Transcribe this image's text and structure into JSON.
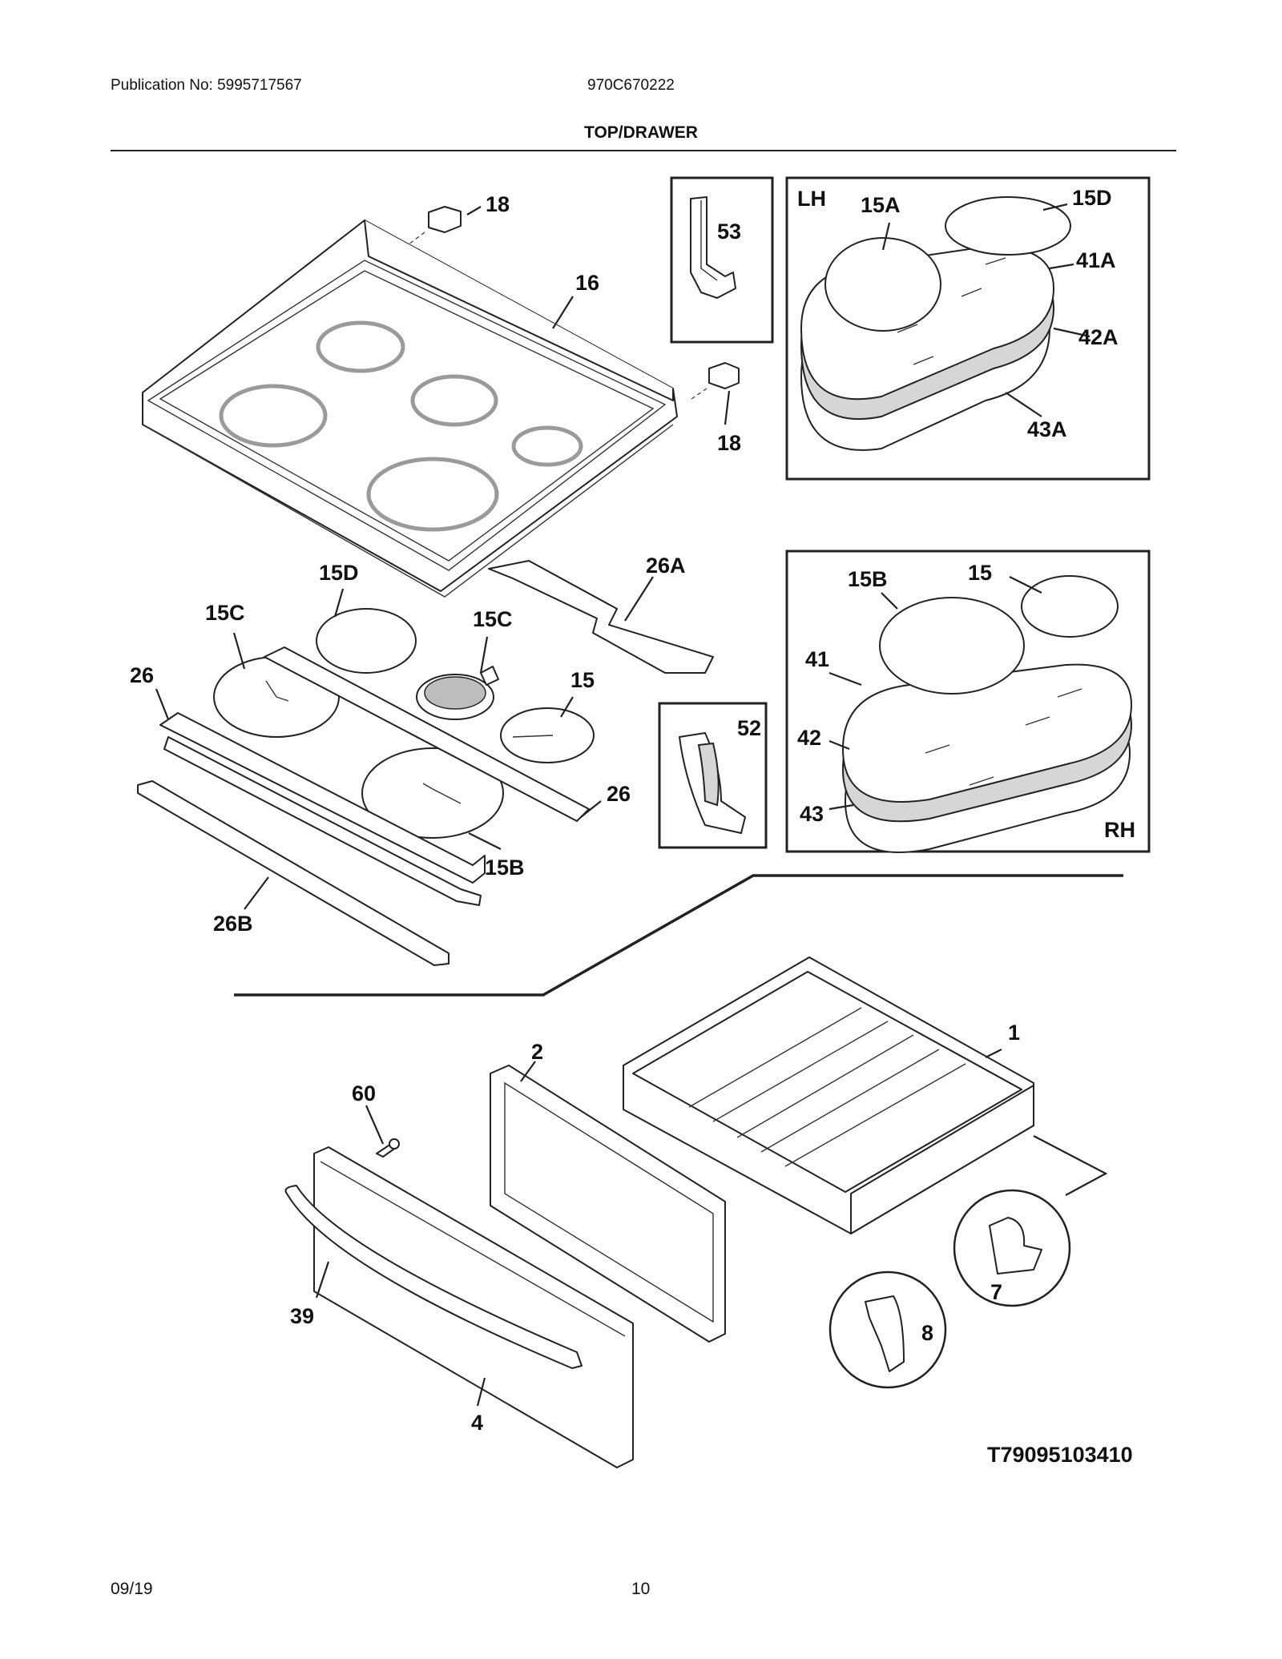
{
  "header": {
    "publication": "Publication No: 5995717567",
    "model": "970C670222",
    "title": "TOP/DRAWER"
  },
  "footer": {
    "date": "09/19",
    "page": "10"
  },
  "diagram_code": "T79095103410",
  "insets": {
    "lh_label": "LH",
    "rh_label": "RH"
  },
  "callouts": {
    "c18a": "18",
    "c18b": "18",
    "c16": "16",
    "c53": "53",
    "c15A": "15A",
    "c15D_lh": "15D",
    "c41A": "41A",
    "c42A": "42A",
    "c43A": "43A",
    "c15D": "15D",
    "c26A": "26A",
    "c15C_l": "15C",
    "c15C_r": "15C",
    "c26_l": "26",
    "c15_m": "15",
    "c52": "52",
    "c26_r": "26",
    "c15B_m": "15B",
    "c26B": "26B",
    "c15B_rh": "15B",
    "c15_rh": "15",
    "c41": "41",
    "c42": "42",
    "c43": "43",
    "c1": "1",
    "c2": "2",
    "c60": "60",
    "c39": "39",
    "c4": "4",
    "c7": "7",
    "c8": "8"
  }
}
